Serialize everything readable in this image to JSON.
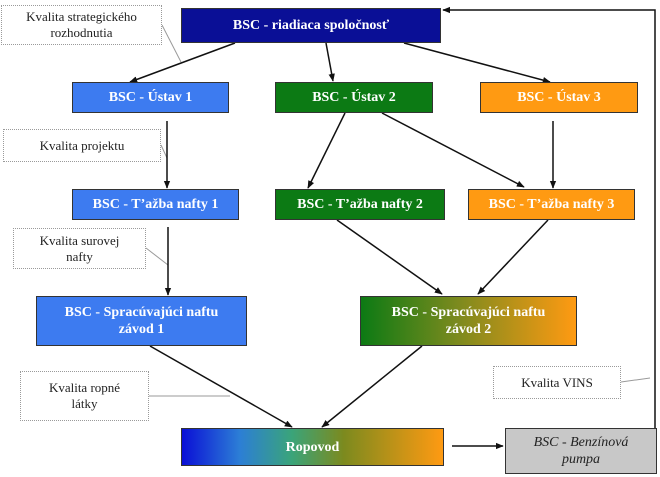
{
  "nodes": {
    "root": "BSC - riadiaca spoločnosť",
    "ustav1": "BSC - Ústav 1",
    "ustav2": "BSC - Ústav 2",
    "ustav3": "BSC - Ústav 3",
    "tazba1": "BSC - T’ažba nafty 1",
    "tazba2": "BSC - T’ažba nafty 2",
    "tazba3": "BSC - T’ažba nafty 3",
    "spracovanie1_line1": "BSC - Spracúvajúci naftu",
    "spracovanie1_line2": "závod 1",
    "spracovanie2_line1": "BSC - Spracúvajúci naftu",
    "spracovanie2_line2": "závod 2",
    "ropovod": "Ropovod",
    "pumpa_line1": "BSC - Benzínová",
    "pumpa_line2": "pumpa"
  },
  "notes": {
    "strategicke_line1": "Kvalita strategického",
    "strategicke_line2": "rozhodnutia",
    "projekt": "Kvalita projektu",
    "surova_line1": "Kvalita surovej",
    "surova_line2": "nafty",
    "ropne_line1": "Kvalita ropné",
    "ropne_line2": "látky",
    "vins": "Kvalita VINS"
  },
  "colors": {
    "root": "#0a0f96",
    "branch1": "#3d7bf0",
    "branch2": "#0c7a14",
    "branch3": "#ff9a12",
    "pump": "#c8c8c8",
    "arrow": "#111111",
    "leader": "#9a9a9a"
  }
}
